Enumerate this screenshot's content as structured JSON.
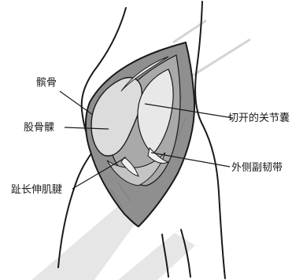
{
  "labels": {
    "patella": "髌骨",
    "femoral_condyle": "股骨髁",
    "extensor_tendon": "趾长伸肌腱",
    "joint_capsule": "切开的关节囊",
    "lateral_collateral_ligament": "外侧副韧带"
  },
  "colors": {
    "outline": "#1a1a1a",
    "wound_fill": "#8f8f8f",
    "tissue_fill": "#a9a9a9",
    "cartilage_fill": "#dcdcdc",
    "watermark": "#e6e6e6"
  }
}
